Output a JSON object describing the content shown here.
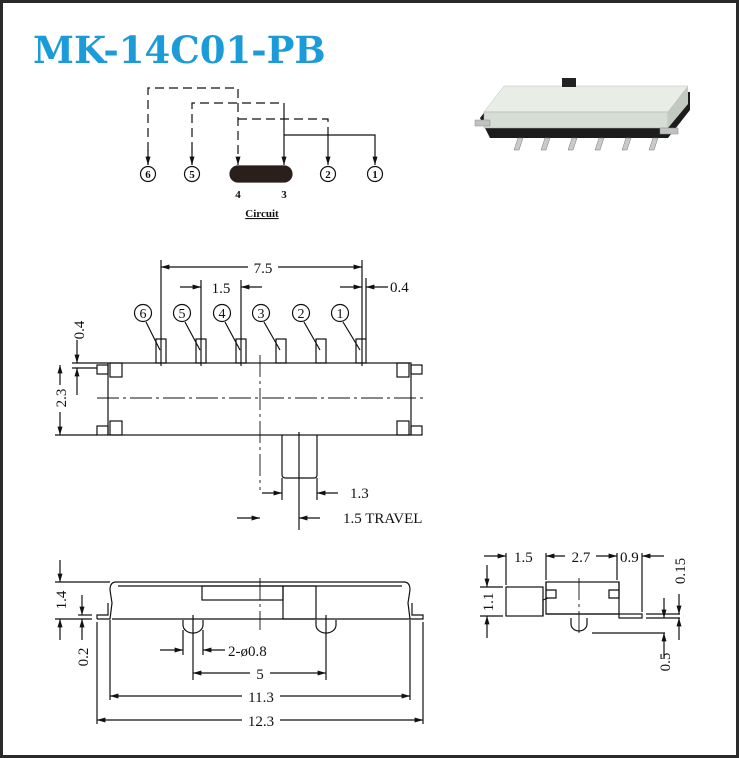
{
  "title": "MK-14C01-PB",
  "circuit": {
    "label": "Circuit",
    "terminals": [
      "6",
      "5",
      "2",
      "1"
    ],
    "contact_labels": [
      "4",
      "3"
    ]
  },
  "top_view": {
    "pin_labels": [
      "6",
      "5",
      "4",
      "3",
      "2",
      "1"
    ],
    "dims": {
      "pin_span": "7.5",
      "pitch": "1.5",
      "pin_width": "0.4",
      "pin_height": "0.4",
      "body_height": "2.3",
      "actuator": "1.3",
      "travel": "1.5 TRAVEL"
    }
  },
  "side_view": {
    "dims": {
      "height": "1.4",
      "foot": "0.2",
      "holes": "2-ø0.8",
      "hole_pitch": "5",
      "body_length": "11.3",
      "total_length": "12.3"
    }
  },
  "end_view": {
    "dims": {
      "actuator_len": "1.5",
      "body_width": "2.7",
      "tab": "0.9",
      "height": "1.1",
      "tab_thickness": "0.15",
      "peg": "0.5"
    }
  },
  "colors": {
    "title": "#1b9bd8"
  }
}
